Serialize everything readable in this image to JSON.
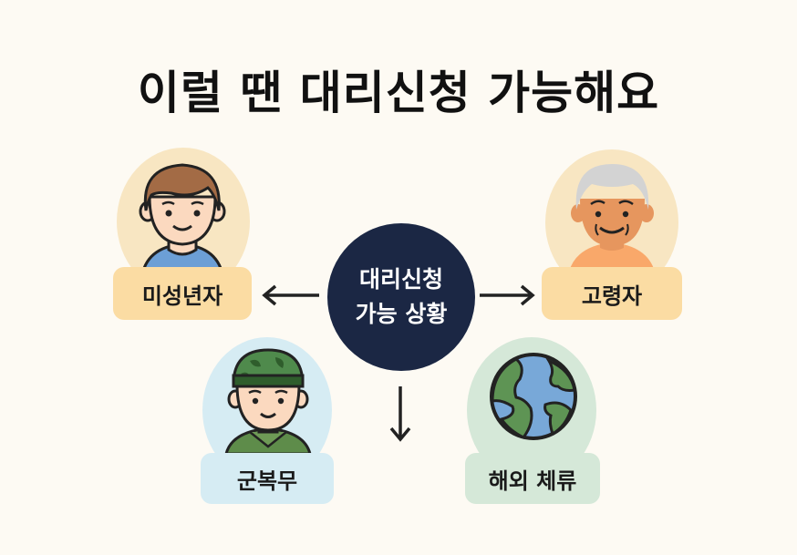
{
  "title": "이럴 땐 대리신청 가능해요",
  "center": {
    "line1": "대리신청",
    "line2": "가능 상황",
    "color": "#1b2744"
  },
  "nodes": [
    {
      "label": "미성년자",
      "icon": "child-avatar-icon",
      "circle_color": "#f8e6c2",
      "label_color": "#fbdca3",
      "arrow": "left"
    },
    {
      "label": "고령자",
      "icon": "elderly-avatar-icon",
      "circle_color": "#f8e6c2",
      "label_color": "#fbdca3",
      "arrow": "right"
    },
    {
      "label": "군복무",
      "icon": "soldier-avatar-icon",
      "circle_color": "#d6ecf3",
      "label_color": "#d6ecf3",
      "arrow": "down"
    },
    {
      "label": "해외 체류",
      "icon": "globe-icon",
      "circle_color": "#d5e8d8",
      "label_color": "#d5e8d8",
      "arrow": "none"
    }
  ],
  "colors": {
    "background": "#fdfaf3",
    "arrow": "#222222"
  }
}
